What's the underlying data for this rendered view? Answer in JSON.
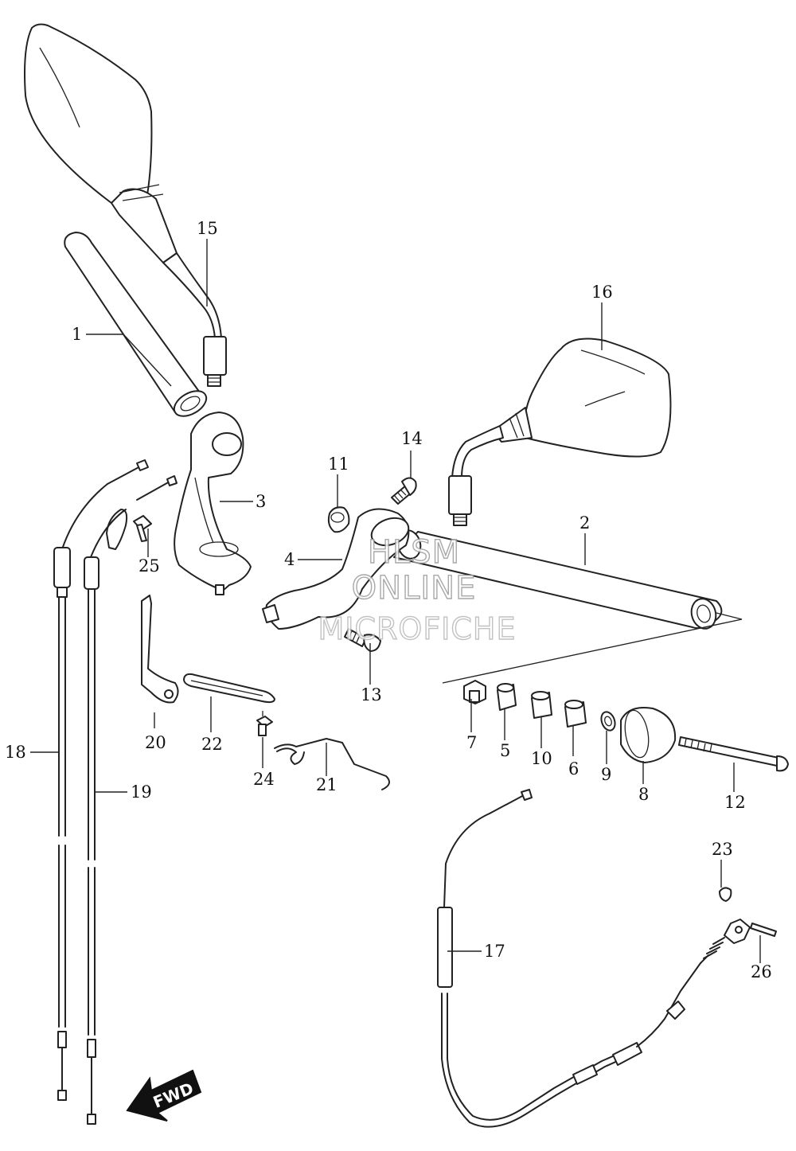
{
  "diagram": {
    "watermark": {
      "line1": "HLSM",
      "line2": "ONLINE",
      "line3": "MICROFICHE"
    },
    "fwd_label": "FWD",
    "callouts": {
      "c1": "1",
      "c2": "2",
      "c3": "3",
      "c4": "4",
      "c5": "5",
      "c6": "6",
      "c7": "7",
      "c8": "8",
      "c9": "9",
      "c10": "10",
      "c11": "11",
      "c12": "12",
      "c13": "13",
      "c14": "14",
      "c15": "15",
      "c16": "16",
      "c17": "17",
      "c18": "18",
      "c19": "19",
      "c20": "20",
      "c21": "21",
      "c22": "22",
      "c23": "23",
      "c24": "24",
      "c25": "25",
      "c26": "26"
    }
  }
}
